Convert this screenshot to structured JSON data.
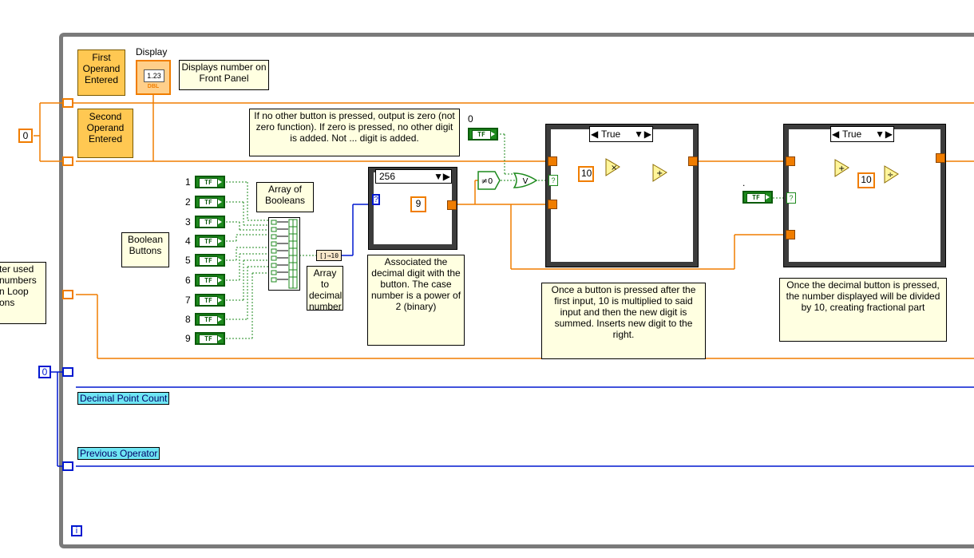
{
  "display": {
    "label": "Display",
    "value": "1.23",
    "tag": "DBL"
  },
  "first_operand": "First Operand Entered",
  "second_operand": "Second Operand Entered",
  "display_note": "Displays number on Front Panel",
  "zero_const": "0",
  "zero_const_blue": "0",
  "no_button_note": "If no other button is pressed, output is zero (not zero function). If zero is pressed, no other digit is added. Not ... digit is added.",
  "zero_label": "0",
  "boolean_buttons_note": "Boolean Buttons",
  "array_booleans_note": "Array of Booleans",
  "array_decimal_note": "Array to decimal number",
  "digit_labels": [
    "1",
    "2",
    "3",
    "4",
    "5",
    "6",
    "7",
    "8",
    "9"
  ],
  "tf_text": "TF",
  "case_256": {
    "selector": "256",
    "const": "9"
  },
  "associated_note": "Associated the decimal digit with the button. The case number is a power of 2 (binary)",
  "case_true_1": {
    "selector": "True",
    "const": "10",
    "note": "Once a button is pressed after the first input, 10 is multiplied to said input and then the new digit is summed. Inserts new digit to the right."
  },
  "case_true_2": {
    "selector": "True",
    "const": "10",
    "note": "Once the decimal button is pressed, the number displayed will be divided by 10, creating fractional part"
  },
  "dot_label": ".",
  "left_note": "ter used numbers n Loop ons",
  "decimal_point_count": "Decimal Point Count",
  "previous_operator": "Previous Operator",
  "iteration": "i",
  "neq_zero": "≠0",
  "or_gate": "V",
  "mult": "×",
  "add": "+",
  "divide": "÷",
  "colors": {
    "orange": "#f07d00",
    "blue": "#0018d0",
    "green": "#1d8a1d"
  }
}
